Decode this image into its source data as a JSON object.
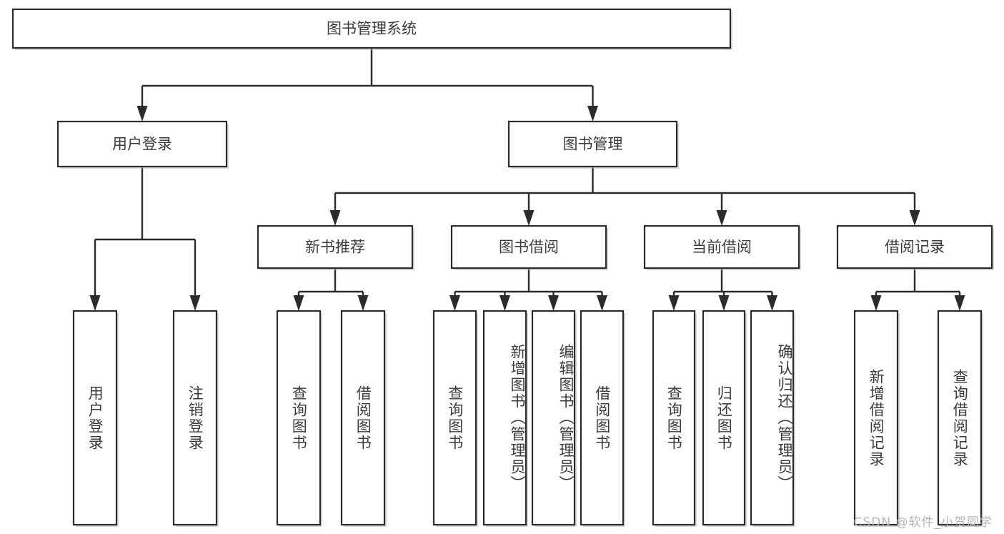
{
  "diagram": {
    "title": "图书管理系统",
    "type": "tree-hierarchy",
    "orientation": "top-down",
    "colors": {
      "background": "#ffffff",
      "box_fill": "#ffffff",
      "box_stroke": "#2b2b2b",
      "text": "#3b3b3b",
      "connector": "#2b2b2b",
      "watermark": "#b5b5b5"
    },
    "root": {
      "id": "root",
      "label": "图书管理系统",
      "orient": "horizontal"
    },
    "level2": [
      {
        "id": "user-login",
        "label": "用户登录",
        "orient": "horizontal"
      },
      {
        "id": "book-manage",
        "label": "图书管理",
        "orient": "horizontal"
      }
    ],
    "level3": [
      {
        "id": "new-book-rec",
        "label": "新书推荐",
        "parent": "book-manage",
        "orient": "horizontal"
      },
      {
        "id": "book-borrow",
        "label": "图书借阅",
        "parent": "book-manage",
        "orient": "horizontal"
      },
      {
        "id": "current-borrow",
        "label": "当前借阅",
        "parent": "book-manage",
        "orient": "horizontal"
      },
      {
        "id": "borrow-record",
        "label": "借阅记录",
        "parent": "book-manage",
        "orient": "horizontal"
      }
    ],
    "leaves": [
      {
        "id": "leaf-user-login",
        "label": "用户登录",
        "parent": "user-login",
        "orient": "vertical",
        "align": "center"
      },
      {
        "id": "leaf-user-logout",
        "label": "注销登录",
        "parent": "user-login",
        "orient": "vertical",
        "align": "center"
      },
      {
        "id": "leaf-query-book-rec",
        "label": "查询图书",
        "parent": "new-book-rec",
        "orient": "vertical",
        "align": "center"
      },
      {
        "id": "leaf-borrow-book-rec",
        "label": "借阅图书",
        "parent": "new-book-rec",
        "orient": "vertical",
        "align": "center"
      },
      {
        "id": "leaf-query-book-borrow",
        "label": "查询图书",
        "parent": "book-borrow",
        "orient": "vertical",
        "align": "center"
      },
      {
        "id": "leaf-add-book",
        "label": "新增图书（管理员）",
        "parent": "book-borrow",
        "orient": "vertical",
        "align": "start"
      },
      {
        "id": "leaf-edit-book",
        "label": "编辑图书（管理员）",
        "parent": "book-borrow",
        "orient": "vertical",
        "align": "start"
      },
      {
        "id": "leaf-borrow-book",
        "label": "借阅图书",
        "parent": "book-borrow",
        "orient": "vertical",
        "align": "center"
      },
      {
        "id": "leaf-query-book-current",
        "label": "查询图书",
        "parent": "current-borrow",
        "orient": "vertical",
        "align": "center"
      },
      {
        "id": "leaf-return-book",
        "label": "归还图书",
        "parent": "current-borrow",
        "orient": "vertical",
        "align": "center"
      },
      {
        "id": "leaf-confirm-return",
        "label": "确认归还（管理员）",
        "parent": "current-borrow",
        "orient": "vertical",
        "align": "start"
      },
      {
        "id": "leaf-add-record",
        "label": "新增借阅记录",
        "parent": "borrow-record",
        "orient": "vertical",
        "align": "center"
      },
      {
        "id": "leaf-query-record",
        "label": "查询借阅记录",
        "parent": "borrow-record",
        "orient": "vertical",
        "align": "center"
      }
    ]
  },
  "watermark": {
    "text": "CSDN @软件_小贺同学"
  }
}
